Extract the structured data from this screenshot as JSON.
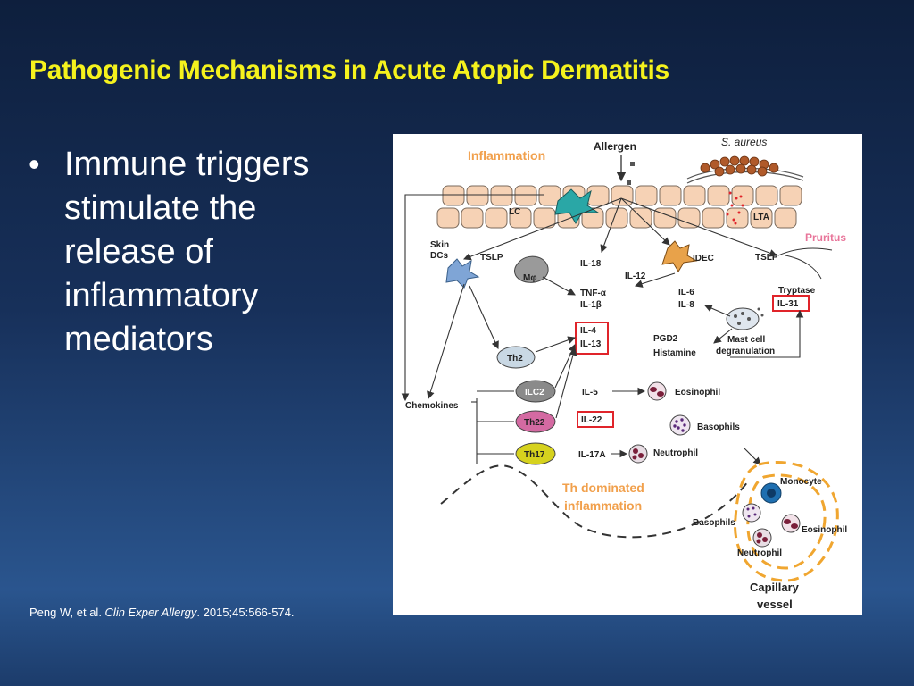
{
  "slide": {
    "title": "Pathogenic Mechanisms in Acute Atopic Dermatitis",
    "bullet": "Immune triggers stimulate the release of inflammatory mediators",
    "citation_prefix": "Peng W, et al. ",
    "citation_journal": "Clin Exper Allergy",
    "citation_suffix": ". 2015;45:566-574."
  },
  "diagram": {
    "inflammation": "Inflammation",
    "allergen": "Allergen",
    "s_aureus": "S. aureus",
    "lc": "LC",
    "lta": "LTA",
    "pruritus": "Pruritus",
    "skin_dcs_1": "Skin",
    "skin_dcs_2": "DCs",
    "tslp_left": "TSLP",
    "tslp_right": "TSLP",
    "mphi": "Mφ",
    "il18": "IL-18",
    "il12": "IL-12",
    "idec": "IDEC",
    "tnfa": "TNF-α",
    "il1b": "IL-1β",
    "il6": "IL-6",
    "il8": "IL-8",
    "tryptase": "Tryptase",
    "il31": "IL-31",
    "il4": "IL-4",
    "il13": "IL-13",
    "pgd2": "PGD2",
    "histamine": "Histamine",
    "mast_cell_1": "Mast cell",
    "mast_cell_2": "degranulation",
    "th2": "Th2",
    "ilc2": "ILC2",
    "th22": "Th22",
    "th17": "Th17",
    "chemokines": "Chemokines",
    "il5": "IL-5",
    "il22": "IL-22",
    "il17a": "IL-17A",
    "eosinophil": "Eosinophil",
    "basophils": "Basophils",
    "neutrophil": "Neutrophil",
    "th_dominated_1": "Th dominated",
    "th_dominated_2": "inflammation",
    "monocyte": "Monocyte",
    "basophils_vessel": "Basophils",
    "eosinophil_vessel": "Eosinophil",
    "neutrophil_vessel": "Neutrophil",
    "capillary_1": "Capillary",
    "capillary_2": "vessel"
  },
  "colors": {
    "title": "#f5f21d",
    "highlight_box": "#e0242a",
    "keratinocyte": "#f6d2b5",
    "inflammation_label": "#f1a04c",
    "pruritus_label": "#e8759a"
  }
}
